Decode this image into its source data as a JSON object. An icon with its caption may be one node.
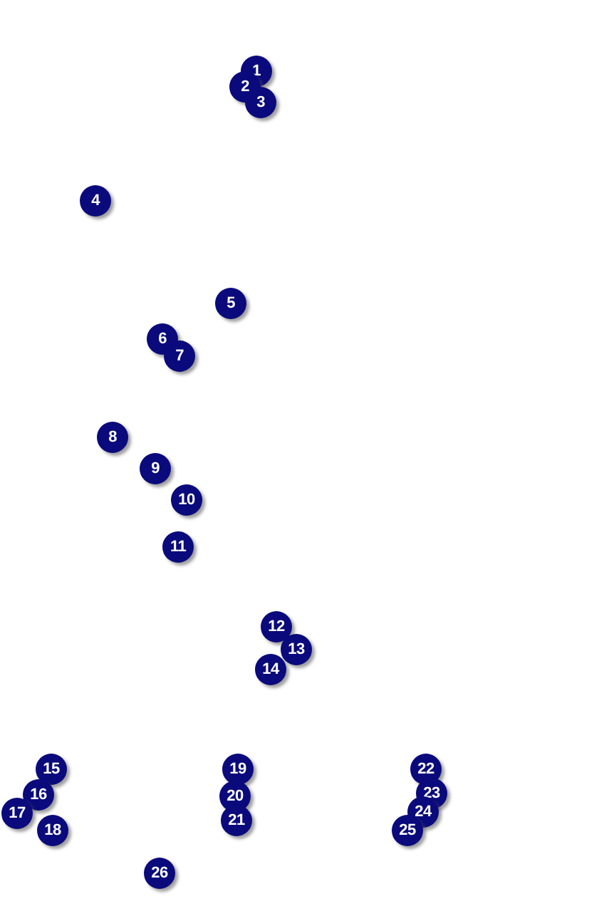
{
  "diagram": {
    "labels": [
      "1",
      "2",
      "3",
      "4",
      "5",
      "6",
      "7",
      "8",
      "9",
      "10",
      "11",
      "12",
      "13",
      "14",
      "15",
      "16",
      "17",
      "18",
      "19",
      "20",
      "21",
      "22",
      "23",
      "24",
      "25",
      "26"
    ]
  }
}
